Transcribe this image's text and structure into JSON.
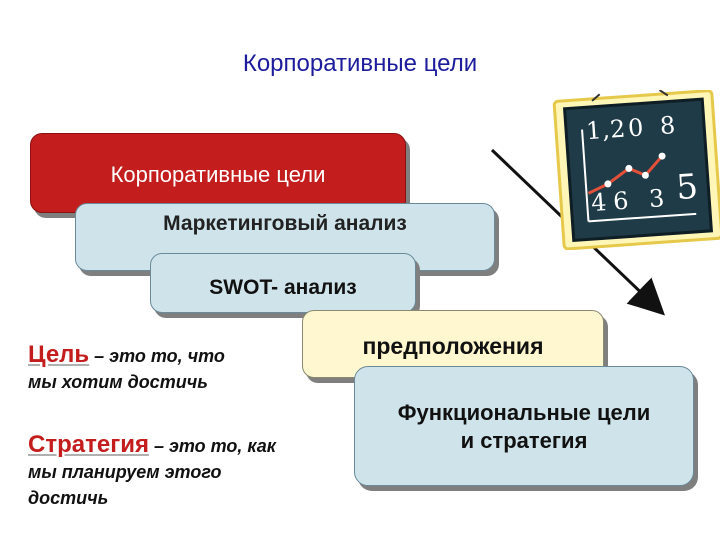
{
  "title": "Корпоративные цели",
  "boxes": {
    "corporate_goals": "Корпоративные цели",
    "marketing_analysis": "Маркетинговый анализ",
    "swot": "SWOT- анализ",
    "assumptions": "предположения",
    "functional_goals_line1": "Функциональные цели",
    "functional_goals_line2": "и стратегия"
  },
  "definitions": {
    "goal_term": "Цель",
    "goal_text_1": " – это то, что",
    "goal_text_2": "мы хотим достичь",
    "strategy_term": "Стратегия",
    "strategy_text_1": " – это то,  как",
    "strategy_text_2": "мы  планируем этого",
    "strategy_text_3": "достичь"
  },
  "colors": {
    "title": "#1c1c9c",
    "corporate_box": "#c41d1d",
    "analysis_box": "#cfe4ea",
    "assumptions_box": "#fff7cf",
    "term_red": "#c41d1d"
  },
  "clipart": {
    "icon": "chalkboard-chart-icon",
    "digits": "1,2,0 8 4 6 3 5"
  }
}
